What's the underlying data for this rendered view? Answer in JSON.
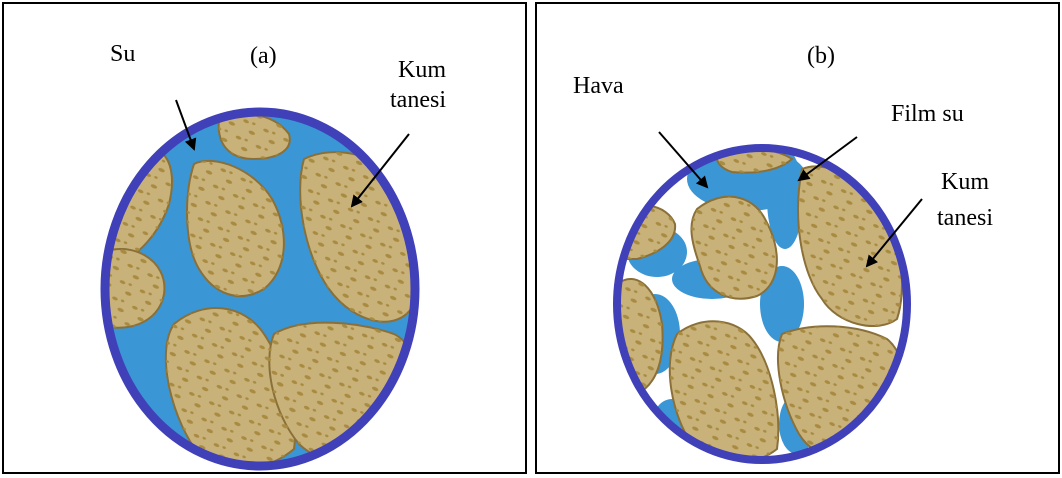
{
  "panel_a": {
    "tag": "(a)",
    "water_label": "Su",
    "grain_label_line1": "Kum",
    "grain_label_line2": "tanesi"
  },
  "panel_b": {
    "tag": "(b)",
    "air_label": "Hava",
    "film_label": "Film su",
    "grain_label_line1": "Kum",
    "grain_label_line2": "tanesi"
  },
  "colors": {
    "ring": "#4040b8",
    "water": "#3a96d4",
    "grain_fill": "#c8b27a",
    "grain_edge": "#8a7038",
    "grain_dots": "#a88a40",
    "air": "#ffffff",
    "arrow": "#000000"
  }
}
